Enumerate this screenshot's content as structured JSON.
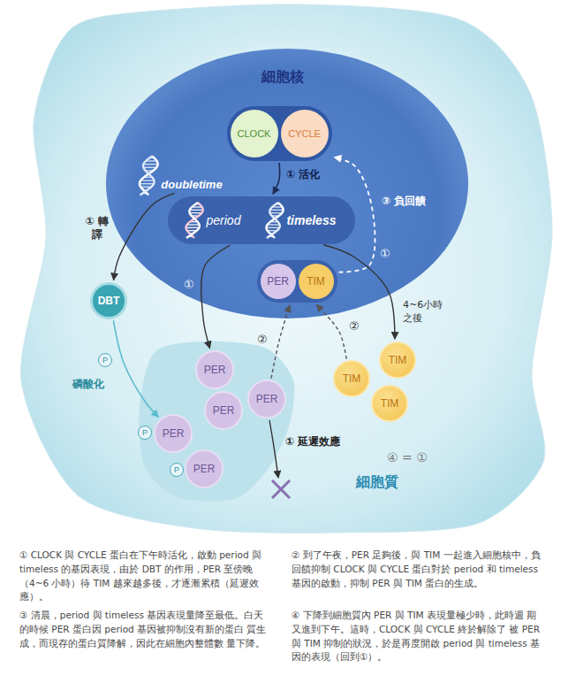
{
  "diagram": {
    "nodes": [
      {
        "text": [
          "細胞質"
        ]
      },
      {
        "text": [
          "細胞核"
        ],
        "in": 0
      },
      {
        "text": [
          "CLOCK",
          "CYCLE"
        ],
        "in": 1
      },
      {
        "text": [
          "doubletime"
        ],
        "in": 1
      },
      {
        "text": [
          "period",
          "timeless"
        ],
        "in": 1
      },
      {
        "text": [
          "PER",
          "TIM"
        ],
        "in": 1
      },
      {
        "text": [
          "DBT"
        ],
        "in": 0
      },
      {
        "text": [
          "PER"
        ],
        "in": 0
      },
      {
        "text": [
          "PER"
        ],
        "in": 0
      },
      {
        "text": [
          "PER"
        ],
        "in": 0
      },
      {
        "text": [
          "PER"
        ],
        "in": 0
      },
      {
        "text": [
          "PER"
        ],
        "in": 0
      },
      {
        "text": [
          "TIM"
        ],
        "in": 0
      },
      {
        "text": [
          "TIM"
        ],
        "in": 0
      },
      {
        "text": [
          "TIM"
        ],
        "in": 0
      }
    ],
    "edges": [
      {
        "from": 2,
        "to": 4,
        "label": "① 活化",
        "arrow": "to"
      },
      {
        "from": 3,
        "to": 6,
        "label": "① 轉譯",
        "arrow": "to"
      },
      {
        "from": 4,
        "to": 7,
        "label": "①",
        "arrow": "to"
      },
      {
        "from": 4,
        "to": 12,
        "label": "①",
        "arrow": "to"
      },
      {
        "from": 5,
        "to": 2,
        "label": "③ 負回饋",
        "arrow": "to"
      },
      {
        "from": 9,
        "to": 5,
        "label": "②",
        "arrow": "to"
      },
      {
        "from": 13,
        "to": 5,
        "label": "②",
        "arrow": "to"
      },
      {
        "from": 6,
        "to": 10,
        "label": "磷酸化",
        "arrow": "to"
      }
    ],
    "labels": [
      "4~6小時 之後",
      "P",
      "P",
      "P",
      "① 延遲效應",
      "④ = ①",
      "① CLOCK 與 CYCLE 蛋白在下午時活化，啟動 period 與 timeless 的基因表現，由於 DBT 的作用，PER 至傍晚（4~6 小時）待 TIM 越來越多後，才逐漸累積（延遲效應）。",
      "② 到了午夜，PER 足夠後，與 TIM 一起進入細胞核中，負 回饋抑制 CLOCK 與 CYCLE 蛋白對於 period 和 timeless 基因的啟動，抑制 PER 與 TIM 蛋白的生成。",
      "③ 清晨，period 與 timeless 基因表現量降至最低。白天 的時候 PER 蛋白因 period 基因被抑制沒有新的蛋白 質生成，而現存的蛋白質降解，因此在細胞內整體數 量下降。",
      "④ 下降到細胞質內 PER 與 TIM 表現量極少時，此時週 期又進到下午。這時，CLOCK 與 CYCLE 終於解除了 被 PER 與 TIM 抑制的狀況，於是再度開啟 period 與 timeless 基因的表現（回到①）。"
    ]
  }
}
